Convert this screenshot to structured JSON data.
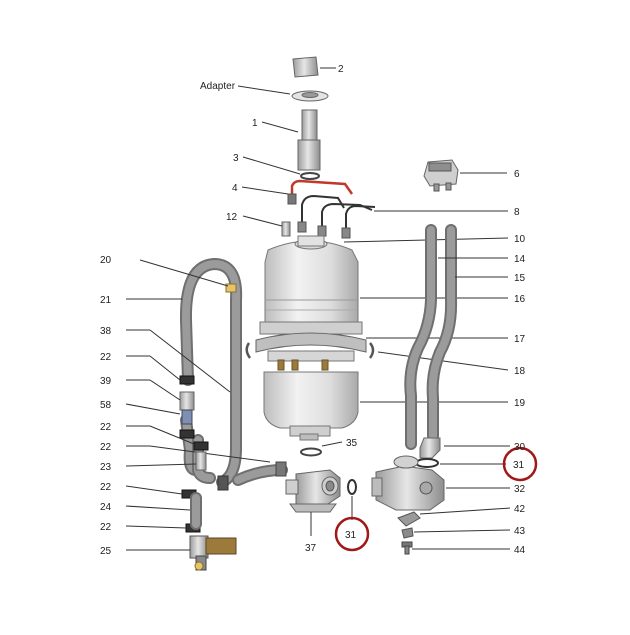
{
  "diagram": {
    "colors": {
      "part_fill": "#d9d9d9",
      "part_dark": "#9a9a9a",
      "hose_gray": "#8a8a8a",
      "clamp_brown": "#9c7a3c",
      "highlight_red": "#a01818",
      "cable_red": "#c0392b",
      "fitting_yellow": "#e5c46a"
    },
    "labels": {
      "adapter": "Adapter",
      "p1": "1",
      "p2": "2",
      "p3": "3",
      "p4": "4",
      "p6": "6",
      "p8": "8",
      "p10": "10",
      "p12": "12",
      "p14": "14",
      "p15": "15",
      "p16": "16",
      "p17": "17",
      "p18": "18",
      "p19": "19",
      "p20": "20",
      "p21": "21",
      "p22a": "22",
      "p22b": "22",
      "p22c": "22",
      "p22d": "22",
      "p22e": "22",
      "p23": "23",
      "p24": "24",
      "p25": "25",
      "p30": "30",
      "p31a": "31",
      "p31b": "31",
      "p32": "32",
      "p35": "35",
      "p37": "37",
      "p38": "38",
      "p39": "39",
      "p42": "42",
      "p43": "43",
      "p44": "44",
      "p58": "58"
    }
  }
}
